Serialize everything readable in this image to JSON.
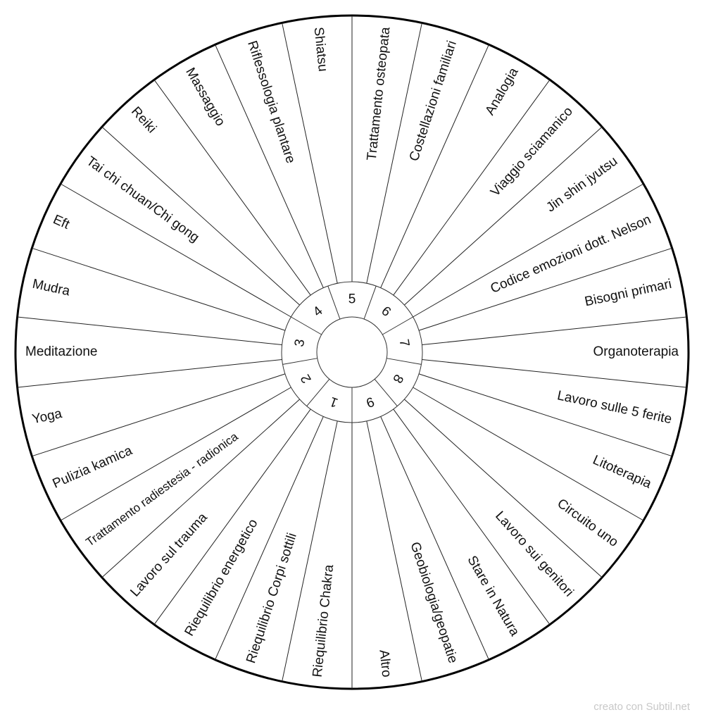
{
  "outer_labels": [
    "Trattamento osteopata",
    "Costellazioni familiari",
    "Analogia",
    "Viaggio sciamanico",
    "Jin shin jyutsu",
    "Codice emozioni dott. Nelson",
    "Bisogni primari",
    "Organoterapia",
    "Lavoro sulle 5 ferite",
    "Litoterapia",
    "Circuito uno",
    "Lavoro sui genitori",
    "Stare in Natura",
    "Geobiologia/geopatie",
    "Altro",
    "Riequilibrio Chakra",
    "Riequilibrio Corpi sottili",
    "Riequilibrio energetico",
    "Lavoro sul trauma",
    "Trattamento radiestesia - radionica",
    "Pulizia kamica",
    "Yoga",
    "Meditazione",
    "Mudra",
    "Eft",
    "Tai chi chuan/Chi gong",
    "Reiki",
    "Massaggio",
    "Riflessologia plantare",
    "Shiatsu"
  ],
  "inner_numbers": [
    "5",
    "6",
    "7",
    "8",
    "9",
    "1",
    "2",
    "3",
    "4"
  ],
  "watermark": "creato con Subtil.net"
}
